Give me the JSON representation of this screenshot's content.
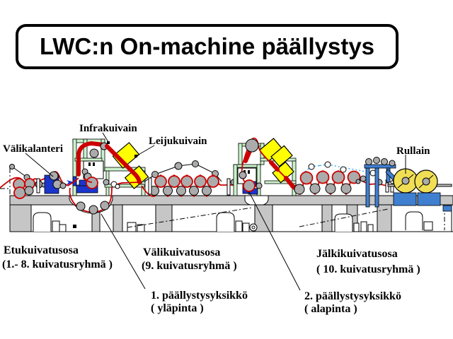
{
  "title": "LWC:n On-machine päällystys",
  "diagram": {
    "component_labels": {
      "valikalanteri": "Välikalanteri",
      "infrakuivain": "Infrakuivain",
      "leijukuivain": "Leijukuivain",
      "rullain": "Rullain"
    },
    "section_labels": {
      "etukuivatusosa": {
        "name": "Etukuivatusosa",
        "detail": "(1.- 8. kuivatusryhmä )"
      },
      "valikuivatusosa": {
        "name": "Välikuivatusosa",
        "detail": "(9. kuivatusryhmä )"
      },
      "jalkikuivatusosa": {
        "name": "Jälkikuivatusosa",
        "detail": "( 10. kuivatusryhmä )"
      },
      "coating_unit_1": {
        "name": "1. päällystysyksikkö",
        "detail": "( yläpinta )"
      },
      "coating_unit_2": {
        "name": "2. päällystysyksikkö",
        "detail": "( alapinta )"
      }
    },
    "colors": {
      "web_red": "#cc0000",
      "dryer_yellow": "#ffff00",
      "reel_yellow": "#f0df55",
      "frame_green": "#ccf2cc",
      "calender_blue": "#1a35cc",
      "reeler_blue": "#3f7fd0",
      "machine_gray": "#c6c6c6",
      "rope_cyan": "#3aa8e8"
    }
  }
}
